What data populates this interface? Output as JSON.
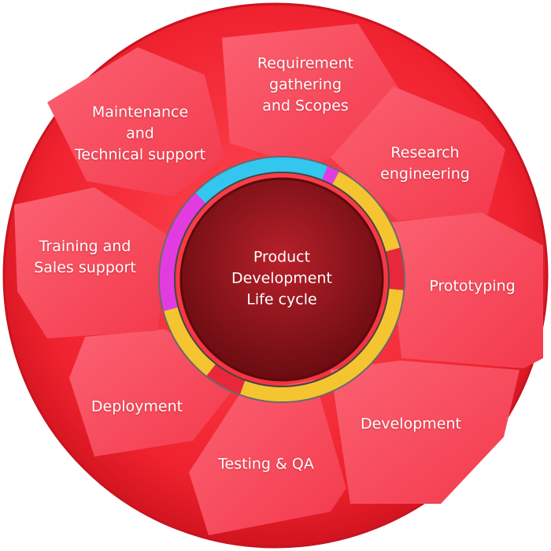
{
  "center": {
    "title": "Product\nDevelopment\nLife cycle"
  },
  "stages": [
    {
      "label": "Requirement\ngathering\nand Scopes"
    },
    {
      "label": "Research\nengineering"
    },
    {
      "label": "Prototyping"
    },
    {
      "label": "Development"
    },
    {
      "label": "Testing & QA"
    },
    {
      "label": "Deployment"
    },
    {
      "label": "Training and\nSales support"
    },
    {
      "label": "Maintenance\nand\nTechnical support"
    }
  ],
  "colors": {
    "outer_disc": "#f0222f",
    "outer_disc_edge": "#c8141f",
    "panel": "#f7465a",
    "panel_light": "#fb6272",
    "center_dark": "#7a0f14",
    "center_mid": "#b8202a",
    "ring_cyan": "#33c6ef",
    "ring_magenta": "#e23ce0",
    "ring_yellow": "#f5c431",
    "ring_red": "#e8283a",
    "ring_outline": "#6a6a6a"
  }
}
